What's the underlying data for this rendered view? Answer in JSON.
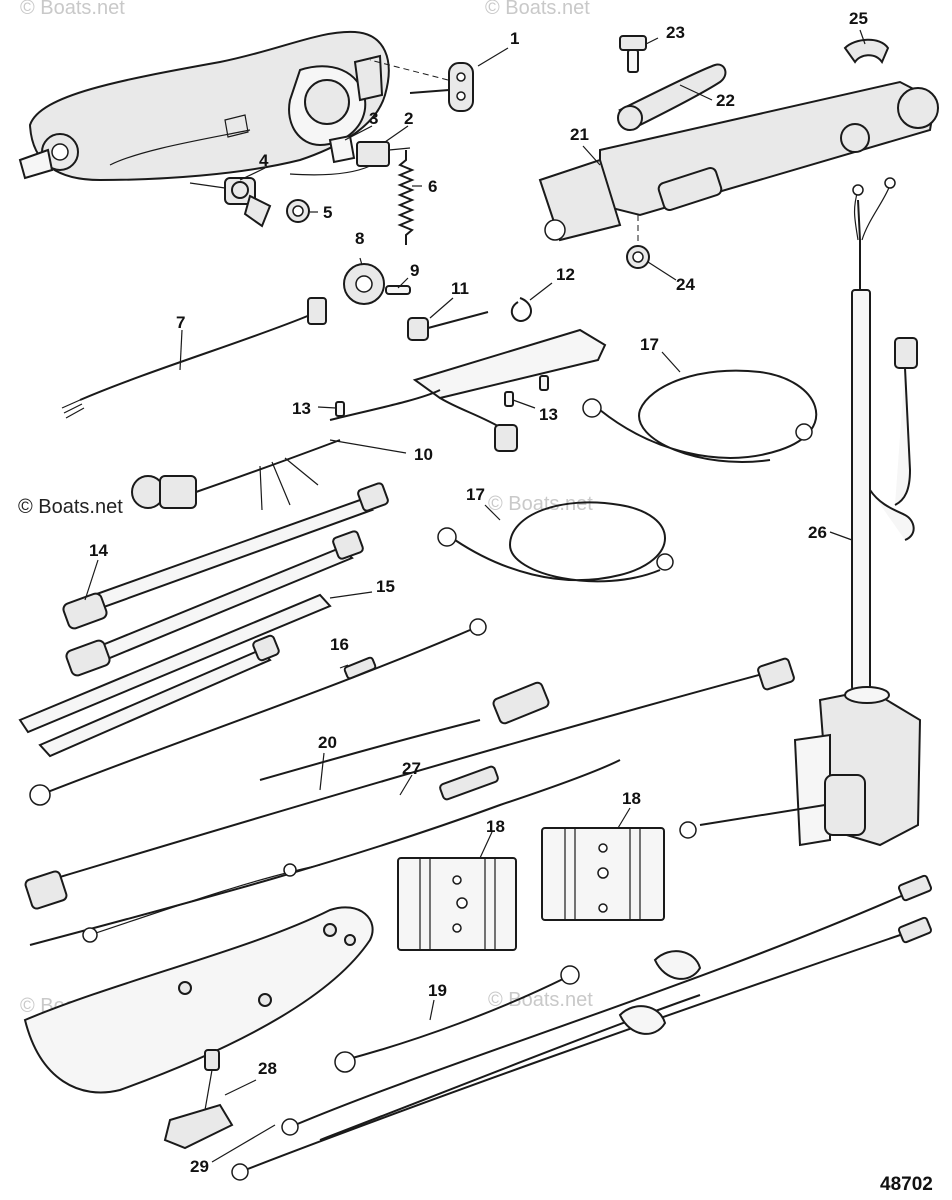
{
  "callouts": {
    "c1": "1",
    "c2": "2",
    "c3": "3",
    "c4": "4",
    "c5": "5",
    "c6": "6",
    "c7": "7",
    "c8": "8",
    "c9": "9",
    "c10": "10",
    "c11": "11",
    "c12": "12",
    "c13a": "13",
    "c13b": "13",
    "c14": "14",
    "c15": "15",
    "c16": "16",
    "c17a": "17",
    "c17b": "17",
    "c18a": "18",
    "c18b": "18",
    "c19": "19",
    "c20": "20",
    "c21": "21",
    "c22": "22",
    "c23": "23",
    "c24": "24",
    "c25": "25",
    "c26": "26",
    "c27": "27",
    "c28": "28",
    "c29": "29"
  },
  "watermark": {
    "primary": "© Boats.net",
    "faint": "© Boats.net"
  },
  "figure_number": "48702"
}
